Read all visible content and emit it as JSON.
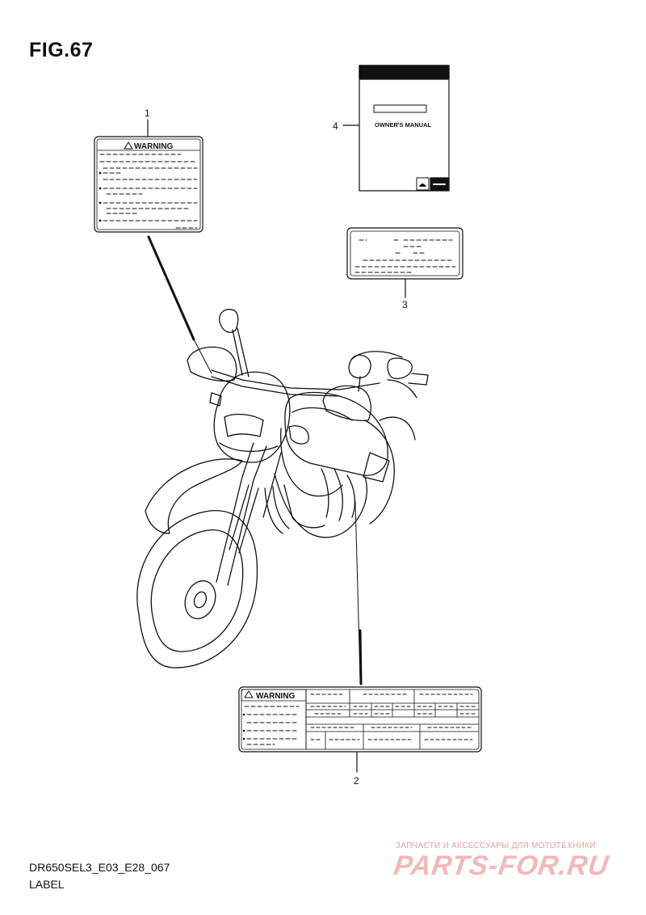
{
  "figure": {
    "title": "FIG.67",
    "code": "DR650SEL3_E03_E28_067",
    "subtitle": "LABEL"
  },
  "callouts": {
    "one": "1",
    "two": "2",
    "three": "3",
    "four": "4"
  },
  "labels": {
    "warning_text": "WARNING",
    "manual_text": "OWNER'S MANUAL"
  },
  "watermark": {
    "line1": "ЗАПЧАСТИ И АКСЕССУАРЫ ДЛЯ МОТОТЕХНИКИ",
    "line2": "PARTS-FOR.RU"
  },
  "colors": {
    "ink": "#111111",
    "watermark": "#f3b8b8"
  }
}
